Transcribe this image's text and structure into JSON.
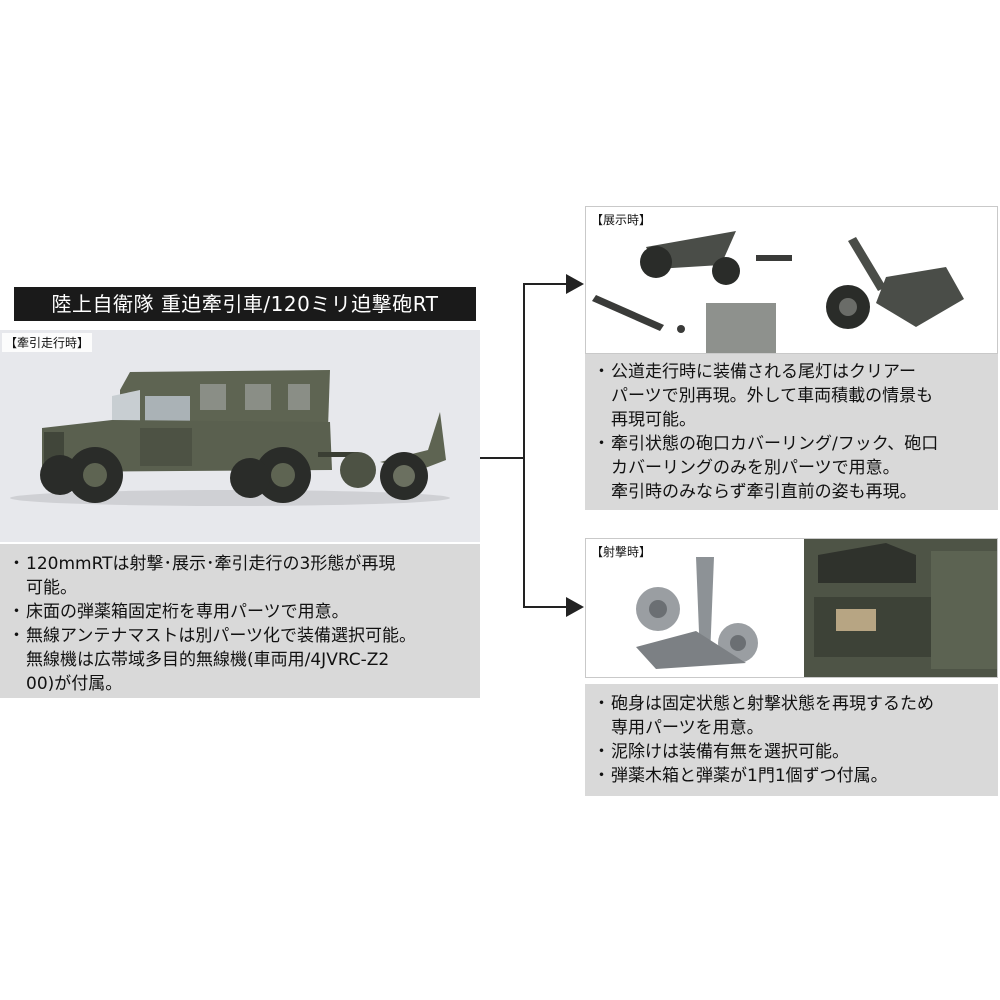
{
  "header": {
    "title": "陸上自衛隊 重迫牽引車/120ミリ迫撃砲RT"
  },
  "towing": {
    "tag": "【牽引走行時】",
    "notes": [
      "120mmRTは射撃･展示･牽引走行の3形態が再現\n可能。",
      "床面の弾薬箱固定桁を専用パーツで用意。",
      "無線アンテナマストは別パーツ化で装備選択可能。\n無線機は広帯域多目的無線機(車両用/4JVRC-Z2\n00)が付属。"
    ]
  },
  "display": {
    "tag": "【展示時】",
    "notes": [
      "公道走行時に装備される尾灯はクリアー\nパーツで別再現。外して車両積載の情景も\n再現可能。",
      "牽引状態の砲口カバーリング/フック、砲口\nカバーリングのみを別パーツで用意。\n牽引時のみならず牽引直前の姿も再現。"
    ]
  },
  "firing": {
    "tag": "【射撃時】",
    "notes": [
      "砲身は固定状態と射撃状態を再現するため\n専用パーツを用意。",
      "泥除けは装備有無を選択可能。",
      "弾薬木箱と弾薬が1門1個ずつ付属。"
    ]
  },
  "colors": {
    "olive": "#5e6452",
    "olive_dark": "#41463a",
    "panel": "#d9d9d9",
    "title_bg": "#1a1a1a"
  }
}
